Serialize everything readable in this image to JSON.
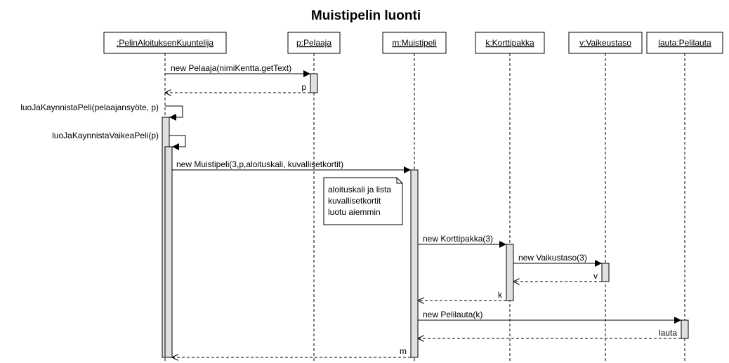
{
  "title": "Muistipelin luonti",
  "participants": [
    {
      "id": "kuuntelija",
      "label": ":PelinAloituksenKuuntelija"
    },
    {
      "id": "pelaaja",
      "label": "p:Pelaaja"
    },
    {
      "id": "muistipeli",
      "label": "m:Muistipeli"
    },
    {
      "id": "korttipakka",
      "label": "k:Korttipakka"
    },
    {
      "id": "vaikeustaso",
      "label": "v:Vaikeustaso"
    },
    {
      "id": "pelilauta",
      "label": "lauta:Pelilauta"
    }
  ],
  "messages": [
    {
      "label": "new Pelaaja(nimiKentta.getText)",
      "type": "call"
    },
    {
      "label": "p",
      "type": "return"
    },
    {
      "label": "luoJaKaynnistaPeli(pelaajansyöte, p)",
      "type": "self"
    },
    {
      "label": "luoJaKaynnistaVaikeaPeli(p)",
      "type": "self"
    },
    {
      "label": "new Muistipeli(3,p,aloituskali, kuvallisetkortit)",
      "type": "call"
    },
    {
      "label": "new Korttipakka(3)",
      "type": "call"
    },
    {
      "label": "new Vaikustaso(3)",
      "type": "call"
    },
    {
      "label": "v",
      "type": "return"
    },
    {
      "label": "k",
      "type": "return"
    },
    {
      "label": "new Pelilauta(k)",
      "type": "call"
    },
    {
      "label": "lauta",
      "type": "return"
    },
    {
      "label": "m",
      "type": "return"
    }
  ],
  "note": {
    "lines": [
      "aloituskali ja lista",
      "kuvallisetkortit",
      "luotu aiemmin"
    ]
  }
}
